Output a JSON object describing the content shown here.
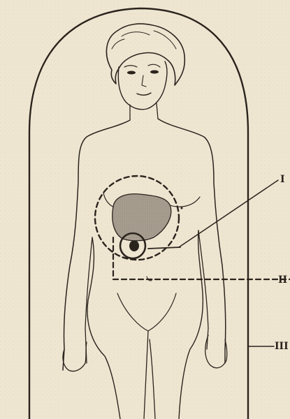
{
  "labels": {
    "label_1": "I",
    "label_2": "II",
    "label_3": "III"
  }
}
